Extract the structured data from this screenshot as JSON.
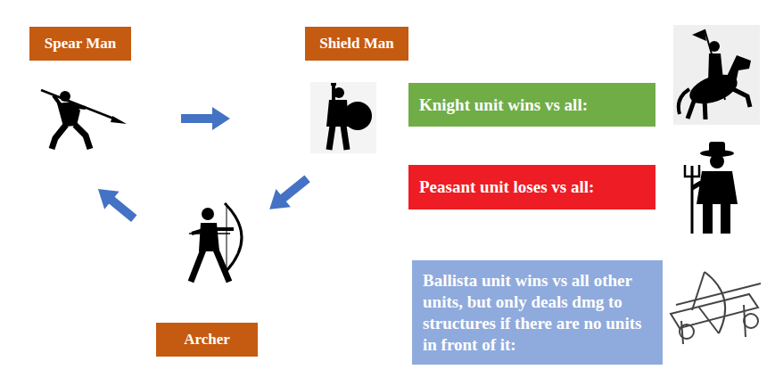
{
  "diagram": {
    "nodes": [
      {
        "text": [
          "Spear Man"
        ]
      },
      {
        "text": [
          "Shield Man"
        ]
      },
      {
        "text": [
          "Archer"
        ]
      },
      {
        "text": [
          "Knight unit wins vs all:"
        ]
      },
      {
        "text": [
          "Peasant unit loses vs all:"
        ]
      },
      {
        "text": [
          "Ballista unit wins vs all other units, but only deals dmg to structures if there are no units in front of it:"
        ]
      }
    ],
    "edges": [
      {
        "from": 0,
        "to": 1,
        "arrow": "to"
      },
      {
        "from": 1,
        "to": 2,
        "arrow": "to"
      },
      {
        "from": 2,
        "to": 0,
        "arrow": "to"
      }
    ]
  }
}
